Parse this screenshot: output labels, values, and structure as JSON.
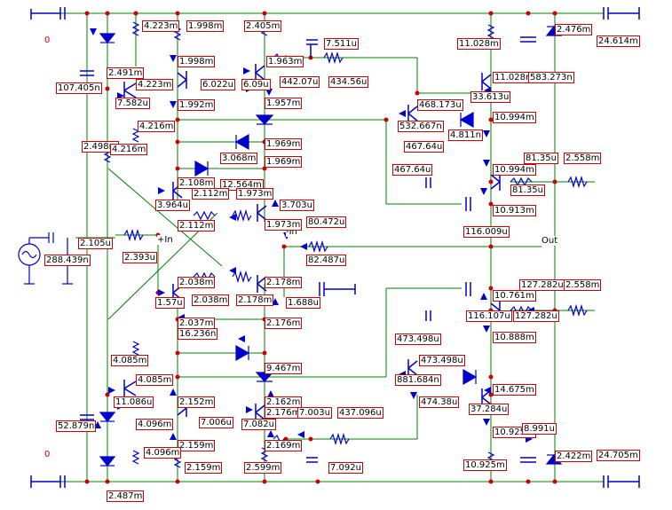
{
  "net_labels": {
    "plus_in": "+In",
    "minus_in": "-In",
    "out": "Out"
  },
  "supply_values": [
    "0",
    "0"
  ],
  "readings": [
    "4.223m",
    "1.998m",
    "2.405m",
    "2.476m",
    "7.511u",
    "11.028m",
    "24.614m",
    "1.998m",
    "6.022u",
    "1.963m",
    "442.07u",
    "434.56u",
    "6.09u",
    "2.491m",
    "107.405n",
    "4.223m",
    "11.028m",
    "583.273n",
    "7.582u",
    "1.992m",
    "1.957m",
    "33.613u",
    "468.173u",
    "10.994m",
    "532.667n",
    "4.811n",
    "4.216m",
    "467.64u",
    "2.498m",
    "4.216m",
    "3.068m",
    "1.969m",
    "10.994m",
    "81.35u",
    "2.558m",
    "467.64u",
    "1.969m",
    "2.108m",
    "12.564m",
    "81.35u",
    "2.112m",
    "1.973m",
    "3.964u",
    "3.703u",
    "10.913m",
    "2.112m",
    "1.973m",
    "80.472u",
    "2.105u",
    "2.393u",
    "116.009u",
    "288.439n",
    "82.487u",
    "2.038m",
    "2.178m",
    "127.282u",
    "2.558m",
    "1.57u",
    "2.038m",
    "2.178m",
    "1.688u",
    "10.761m",
    "2.037m",
    "116.107u",
    "127.282u",
    "16.236n",
    "2.176m",
    "473.498u",
    "10.888m",
    "4.085m",
    "473.498u",
    "9.467m",
    "881.684n",
    "14.675m",
    "4.085m",
    "11.086u",
    "474.38u",
    "2.152m",
    "2.162m",
    "37.284u",
    "7.006u",
    "2.176m",
    "7.003u",
    "437.096u",
    "52.879n",
    "4.096m",
    "7.082u",
    "10.925m",
    "8.991u",
    "2.159m",
    "2.169m",
    "4.096m",
    "24.705m",
    "2.422m",
    "2.159m",
    "2.599m",
    "7.092u",
    "10.925m",
    "2.487m"
  ],
  "colors": {
    "wire": "#008000",
    "part": "#0000cc",
    "label_border": "#cc0000",
    "label_text": "#000000",
    "source": "#0000cc"
  }
}
